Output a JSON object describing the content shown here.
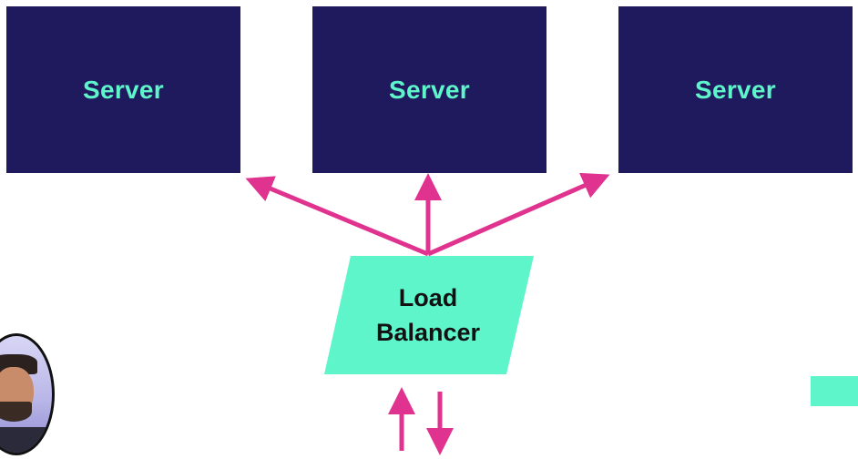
{
  "servers": [
    {
      "label": "Server"
    },
    {
      "label": "Server"
    },
    {
      "label": "Server"
    }
  ],
  "load_balancer": {
    "line1": "Load",
    "line2": "Balancer"
  },
  "colors": {
    "server_fill": "#1f1a5e",
    "server_text": "#5ef5cb",
    "load_balancer_fill": "#5ef5cb",
    "arrow": "#e0338f"
  }
}
